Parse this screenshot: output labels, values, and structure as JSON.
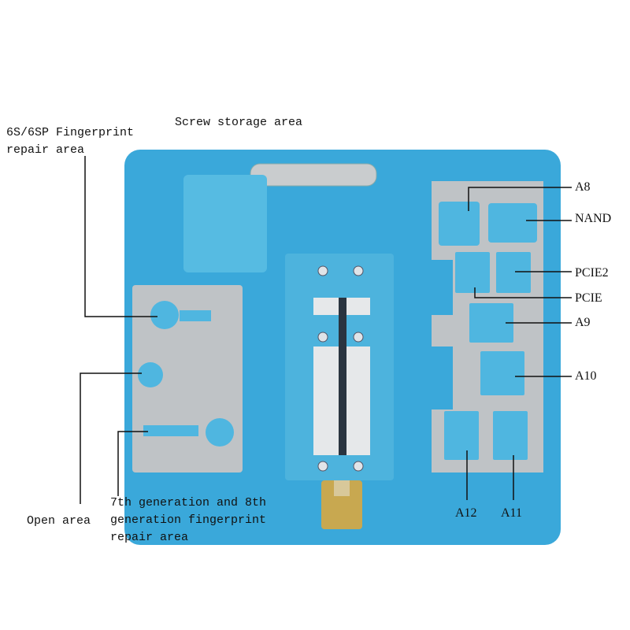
{
  "colors": {
    "plate": "#3aa8da",
    "foam": "#52b8e0",
    "steel": "#bfc3c6",
    "knob": "#c8a850",
    "line": "#111111"
  },
  "labels": {
    "fingerprint_6s": [
      "6S/6SP Fingerprint",
      "repair area"
    ],
    "screw_storage": "Screw storage area",
    "a8": "A8",
    "nand": "NAND",
    "pcie2": "PCIE2",
    "pcie": "PCIE",
    "a9": "A9",
    "a10": "A10",
    "a12": "A12",
    "a11": "A11",
    "open_area": "Open area",
    "fingerprint_7_8": [
      "7th generation and 8th",
      "generation fingerprint",
      "repair area"
    ]
  }
}
